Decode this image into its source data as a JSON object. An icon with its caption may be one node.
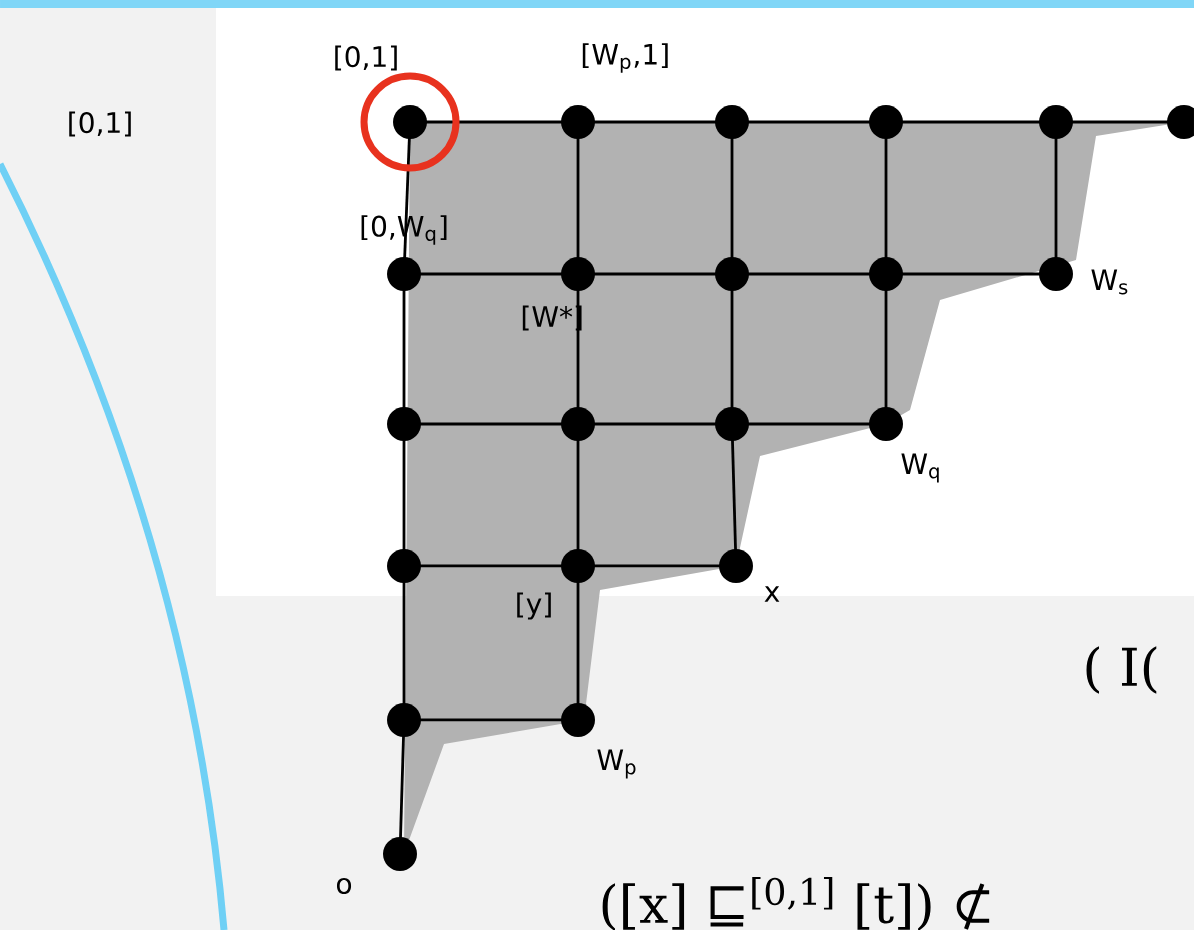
{
  "diagram": {
    "nodes": [
      {
        "text": [],
        "shape": "circle",
        "beside": [
          "[0,1]"
        ]
      },
      {
        "text": [],
        "shape": "circle",
        "beside": [
          "[W$_{p}$,1]"
        ]
      },
      {
        "text": [],
        "shape": "circle"
      },
      {
        "text": [],
        "shape": "circle"
      },
      {
        "text": [],
        "shape": "circle"
      },
      {
        "text": [],
        "shape": "circle"
      },
      {
        "text": [],
        "shape": "circle",
        "beside": [
          "[0,W$_{q}$]"
        ]
      },
      {
        "text": [],
        "shape": "circle",
        "beside": [
          "[W*]"
        ]
      },
      {
        "text": [],
        "shape": "circle"
      },
      {
        "text": [],
        "shape": "circle"
      },
      {
        "text": [],
        "shape": "circle",
        "beside": [
          "W$_{s}$"
        ]
      },
      {
        "text": [],
        "shape": "circle"
      },
      {
        "text": [],
        "shape": "circle"
      },
      {
        "text": [],
        "shape": "circle"
      },
      {
        "text": [],
        "shape": "circle",
        "beside": [
          "W$_{q}$"
        ]
      },
      {
        "text": [],
        "shape": "circle"
      },
      {
        "text": [],
        "shape": "circle",
        "beside": [
          "[y]"
        ]
      },
      {
        "text": [],
        "shape": "circle",
        "beside": [
          "x"
        ]
      },
      {
        "text": [],
        "shape": "circle"
      },
      {
        "text": [],
        "shape": "circle",
        "beside": [
          "W$_{p}$"
        ]
      },
      {
        "text": [],
        "shape": "circle",
        "beside": [
          "o"
        ]
      }
    ],
    "edges": [
      {
        "from": 0,
        "to": 1,
        "arrow": "none"
      },
      {
        "from": 1,
        "to": 2,
        "arrow": "none"
      },
      {
        "from": 2,
        "to": 3,
        "arrow": "none"
      },
      {
        "from": 3,
        "to": 4,
        "arrow": "none"
      },
      {
        "from": 4,
        "to": 5,
        "arrow": "none"
      },
      {
        "from": 6,
        "to": 7,
        "arrow": "none"
      },
      {
        "from": 7,
        "to": 8,
        "arrow": "none"
      },
      {
        "from": 8,
        "to": 9,
        "arrow": "none"
      },
      {
        "from": 9,
        "to": 10,
        "arrow": "none"
      },
      {
        "from": 11,
        "to": 12,
        "arrow": "none"
      },
      {
        "from": 12,
        "to": 13,
        "arrow": "none"
      },
      {
        "from": 13,
        "to": 14,
        "arrow": "none"
      },
      {
        "from": 15,
        "to": 16,
        "arrow": "none"
      },
      {
        "from": 16,
        "to": 17,
        "arrow": "none"
      },
      {
        "from": 18,
        "to": 19,
        "arrow": "none"
      },
      {
        "from": 0,
        "to": 6,
        "arrow": "none"
      },
      {
        "from": 6,
        "to": 11,
        "arrow": "none"
      },
      {
        "from": 11,
        "to": 15,
        "arrow": "none"
      },
      {
        "from": 15,
        "to": 18,
        "arrow": "none"
      },
      {
        "from": 18,
        "to": 20,
        "arrow": "none"
      },
      {
        "from": 1,
        "to": 7,
        "arrow": "none"
      },
      {
        "from": 7,
        "to": 12,
        "arrow": "none"
      },
      {
        "from": 12,
        "to": 16,
        "arrow": "none"
      },
      {
        "from": 16,
        "to": 19,
        "arrow": "none"
      },
      {
        "from": 2,
        "to": 8,
        "arrow": "none"
      },
      {
        "from": 8,
        "to": 13,
        "arrow": "none"
      },
      {
        "from": 13,
        "to": 17,
        "arrow": "none"
      },
      {
        "from": 3,
        "to": 9,
        "arrow": "none"
      },
      {
        "from": 9,
        "to": 14,
        "arrow": "none"
      },
      {
        "from": 4,
        "to": 10,
        "arrow": "none"
      }
    ],
    "labels": [
      "[0,1]",
      "( I(",
      "([x] ⊑$^{[0,1]}$ [t]) ⊄"
    ]
  }
}
